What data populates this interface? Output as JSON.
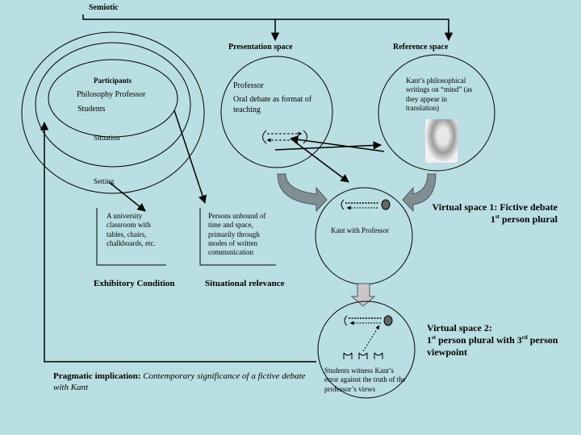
{
  "title": "Semiotic",
  "presentation_space": "Presentation space",
  "reference_space": "Reference space",
  "participants": {
    "heading": "Participants",
    "professor": "Philosophy Professor",
    "students": "Students"
  },
  "situation": "Situation",
  "setting": "Setting",
  "presentation": {
    "professor": "Professor",
    "debate": "Oral debate as format of teaching"
  },
  "reference": {
    "text": "Kant’s philosophical writings on “mind” (as they appear in translation)"
  },
  "setting_box": "A university classroom with tables, chairs, chalkboards, etc.",
  "exhibitory_condition": "Exhibitory Condition",
  "persons_box": "Persons unbound of time and space, primarily through modes of written communication",
  "situational_relevance": "Situational relevance",
  "virtual1": {
    "title": "Virtual space 1: Fictive debate",
    "subtitle_pre": "1",
    "subtitle_sup": "st",
    "subtitle_post": " person plural",
    "label": "Kant with Professor"
  },
  "virtual2": {
    "line1": "Virtual space 2:",
    "line2_a": "1",
    "line2_a_sup": "st",
    "line2_b": " person plural with  3",
    "line2_b_sup": "rd",
    "line2_c": " person",
    "line3": "viewpoint",
    "label": "Students witness Kant’s error against the truth of the professor’s views"
  },
  "pragmatic": {
    "bold": "Pragmatic implication:",
    "italic": " Contemporary significance of a fictive debate with Kant"
  },
  "colors": {
    "background": "#b9dfe3",
    "line": "#000000",
    "connector": "#7f8f92"
  },
  "icons": [
    "face-pair-icon",
    "kant-portrait",
    "audience-faces-icon"
  ]
}
